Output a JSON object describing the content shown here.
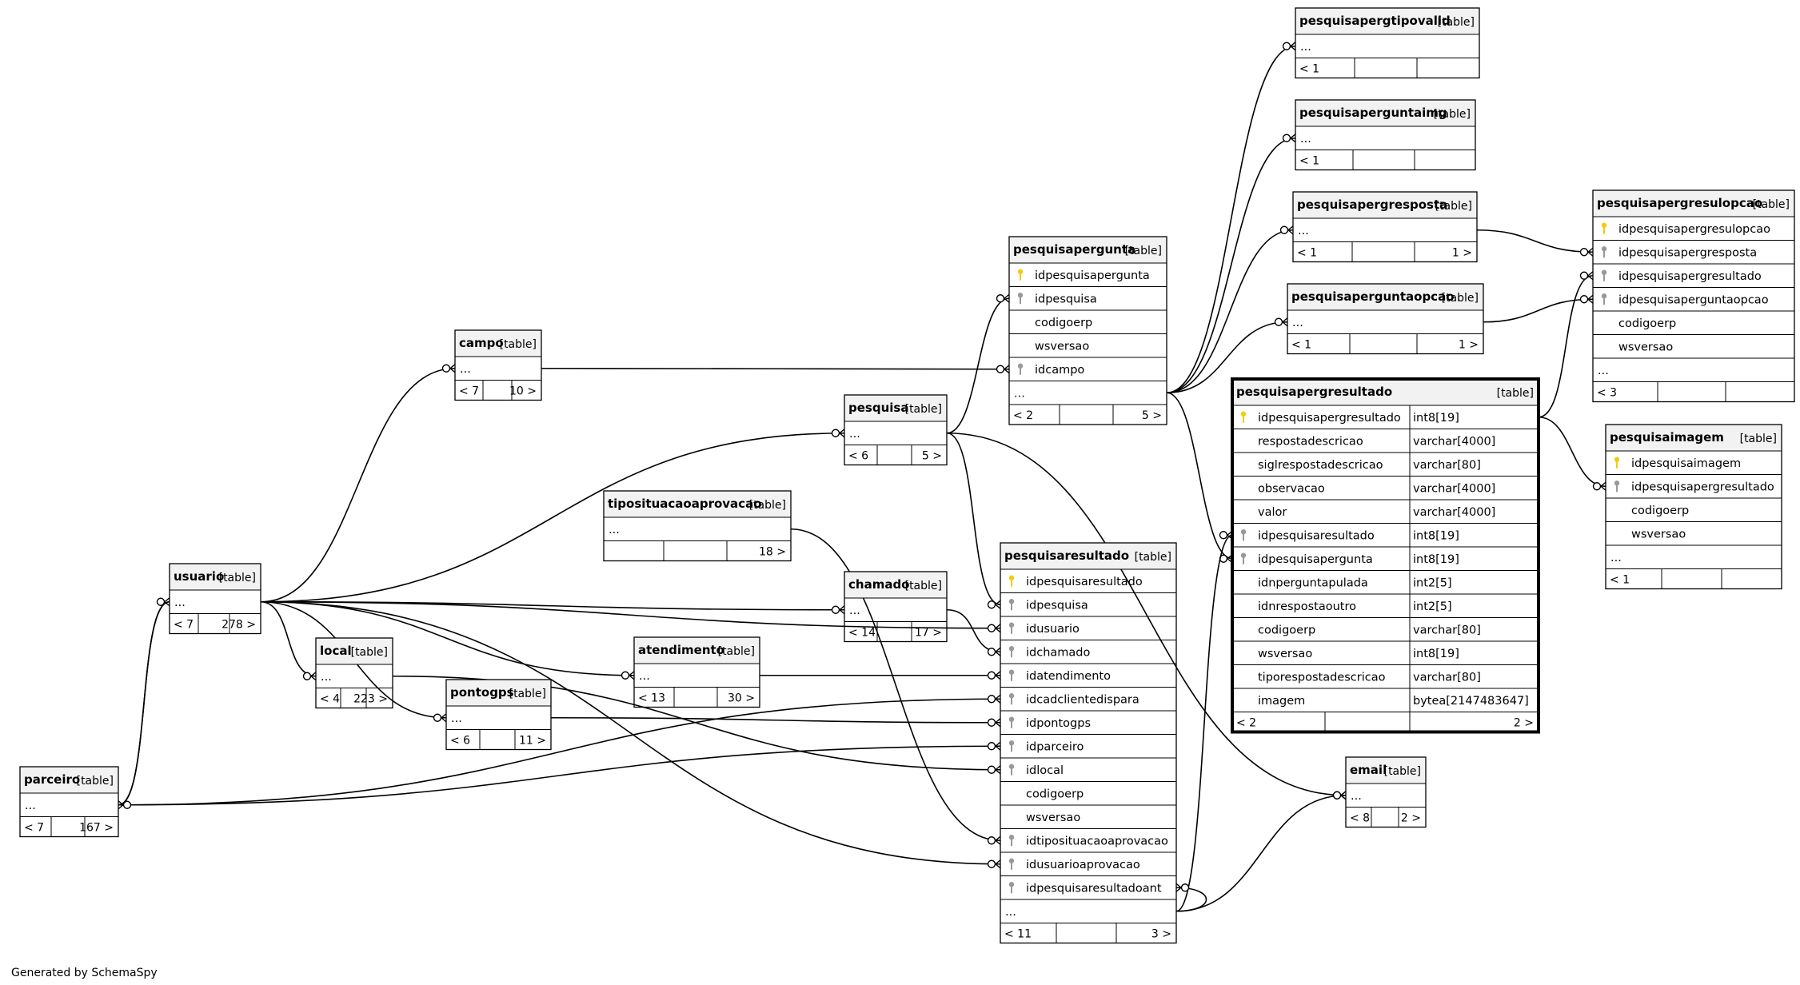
{
  "footer": "Generated by SchemaSpy",
  "colors": {
    "header_bg": "#f2f2f2",
    "border": "#000000",
    "primary_key": "#f2cc0d",
    "foreign_key": "#999999",
    "line": "#000000"
  },
  "tables": [
    {
      "id": "pesquisapergtipovalid",
      "name": "pesquisapergtipovalid",
      "tag": "[table]",
      "columns": [
        {
          "name": "..."
        }
      ],
      "footer": [
        "< 1",
        "",
        ""
      ]
    },
    {
      "id": "pesquisaperguntaimg",
      "name": "pesquisaperguntaimg",
      "tag": "[table]",
      "columns": [
        {
          "name": "..."
        }
      ],
      "footer": [
        "< 1",
        "",
        ""
      ]
    },
    {
      "id": "pesquisapergresposta",
      "name": "pesquisapergresposta",
      "tag": "[table]",
      "columns": [
        {
          "name": "..."
        }
      ],
      "footer": [
        "< 1",
        "",
        "1 >"
      ]
    },
    {
      "id": "pesquisaperguntaopcao",
      "name": "pesquisaperguntaopcao",
      "tag": "[table]",
      "columns": [
        {
          "name": "..."
        }
      ],
      "footer": [
        "< 1",
        "",
        "1 >"
      ]
    },
    {
      "id": "pesquisapergresulopcao",
      "name": "pesquisapergresulopcao",
      "tag": "[table]",
      "columns": [
        {
          "name": "idpesquisapergresulopcao",
          "key": "pk"
        },
        {
          "name": "idpesquisapergresposta",
          "key": "fk"
        },
        {
          "name": "idpesquisapergresultado",
          "key": "fk"
        },
        {
          "name": "idpesquisaperguntaopcao",
          "key": "fk"
        },
        {
          "name": "codigoerp"
        },
        {
          "name": "wsversao"
        },
        {
          "name": "..."
        }
      ],
      "footer": [
        "< 3",
        "",
        ""
      ]
    },
    {
      "id": "pesquisapergunta",
      "name": "pesquisapergunta",
      "tag": "[table]",
      "columns": [
        {
          "name": "idpesquisapergunta",
          "key": "pk"
        },
        {
          "name": "idpesquisa",
          "key": "fk"
        },
        {
          "name": "codigoerp"
        },
        {
          "name": "wsversao"
        },
        {
          "name": "idcampo",
          "key": "fk"
        },
        {
          "name": "..."
        }
      ],
      "footer": [
        "< 2",
        "",
        "5 >"
      ]
    },
    {
      "id": "pesquisapergresultado",
      "name": "pesquisapergresultado",
      "tag": "[table]",
      "focus": true,
      "columns": [
        {
          "name": "idpesquisapergresultado",
          "type": "int8[19]",
          "key": "pk"
        },
        {
          "name": "respostadescricao",
          "type": "varchar[4000]"
        },
        {
          "name": "siglrespostadescricao",
          "type": "varchar[80]"
        },
        {
          "name": "observacao",
          "type": "varchar[4000]"
        },
        {
          "name": "valor",
          "type": "varchar[4000]"
        },
        {
          "name": "idpesquisaresultado",
          "type": "int8[19]",
          "key": "fk"
        },
        {
          "name": "idpesquisapergunta",
          "type": "int8[19]",
          "key": "fk"
        },
        {
          "name": "idnperguntapulada",
          "type": "int2[5]"
        },
        {
          "name": "idnrespostaoutro",
          "type": "int2[5]"
        },
        {
          "name": "codigoerp",
          "type": "varchar[80]"
        },
        {
          "name": "wsversao",
          "type": "int8[19]"
        },
        {
          "name": "tiporespostadescricao",
          "type": "varchar[80]"
        },
        {
          "name": "imagem",
          "type": "bytea[2147483647]"
        }
      ],
      "footer": [
        "< 2",
        "",
        "2 >"
      ]
    },
    {
      "id": "pesquisaimagem",
      "name": "pesquisaimagem",
      "tag": "[table]",
      "columns": [
        {
          "name": "idpesquisaimagem",
          "key": "pk"
        },
        {
          "name": "idpesquisapergresultado",
          "key": "fk"
        },
        {
          "name": "codigoerp"
        },
        {
          "name": "wsversao"
        },
        {
          "name": "..."
        }
      ],
      "footer": [
        "< 1",
        "",
        ""
      ]
    },
    {
      "id": "campo",
      "name": "campo",
      "tag": "[table]",
      "columns": [
        {
          "name": "..."
        }
      ],
      "footer": [
        "< 7",
        "",
        "10 >"
      ]
    },
    {
      "id": "pesquisa",
      "name": "pesquisa",
      "tag": "[table]",
      "columns": [
        {
          "name": "..."
        }
      ],
      "footer": [
        "< 6",
        "",
        "5 >"
      ]
    },
    {
      "id": "tiposituacaoaprovacao",
      "name": "tiposituacaoaprovacao",
      "tag": "[table]",
      "columns": [
        {
          "name": "..."
        }
      ],
      "footer": [
        "",
        "",
        "18 >"
      ]
    },
    {
      "id": "usuario",
      "name": "usuario",
      "tag": "[table]",
      "columns": [
        {
          "name": "..."
        }
      ],
      "footer": [
        "< 7",
        "",
        "278 >"
      ]
    },
    {
      "id": "chamado",
      "name": "chamado",
      "tag": "[table]",
      "columns": [
        {
          "name": "..."
        }
      ],
      "footer": [
        "< 14",
        "",
        "17 >"
      ]
    },
    {
      "id": "pesquisaresultado",
      "name": "pesquisaresultado",
      "tag": "[table]",
      "columns": [
        {
          "name": "idpesquisaresultado",
          "key": "pk"
        },
        {
          "name": "idpesquisa",
          "key": "fk"
        },
        {
          "name": "idusuario",
          "key": "fk"
        },
        {
          "name": "idchamado",
          "key": "fk"
        },
        {
          "name": "idatendimento",
          "key": "fk"
        },
        {
          "name": "idcadclientedispara",
          "key": "fk"
        },
        {
          "name": "idpontogps",
          "key": "fk"
        },
        {
          "name": "idparceiro",
          "key": "fk"
        },
        {
          "name": "idlocal",
          "key": "fk"
        },
        {
          "name": "codigoerp"
        },
        {
          "name": "wsversao"
        },
        {
          "name": "idtiposituacaoaprovacao",
          "key": "fk"
        },
        {
          "name": "idusuarioaprovacao",
          "key": "fk"
        },
        {
          "name": "idpesquisaresultadoant",
          "key": "fk"
        },
        {
          "name": "..."
        }
      ],
      "footer": [
        "< 11",
        "",
        "3 >"
      ]
    },
    {
      "id": "local",
      "name": "local",
      "tag": "[table]",
      "columns": [
        {
          "name": "..."
        }
      ],
      "footer": [
        "< 4",
        "",
        "223 >"
      ]
    },
    {
      "id": "atendimento",
      "name": "atendimento",
      "tag": "[table]",
      "columns": [
        {
          "name": "..."
        }
      ],
      "footer": [
        "< 13",
        "",
        "30 >"
      ]
    },
    {
      "id": "pontogps",
      "name": "pontogps",
      "tag": "[table]",
      "columns": [
        {
          "name": "..."
        }
      ],
      "footer": [
        "< 6",
        "",
        "11 >"
      ]
    },
    {
      "id": "parceiro",
      "name": "parceiro",
      "tag": "[table]",
      "columns": [
        {
          "name": "..."
        }
      ],
      "footer": [
        "< 7",
        "",
        "167 >"
      ]
    },
    {
      "id": "email",
      "name": "email",
      "tag": "[table]",
      "columns": [
        {
          "name": "..."
        }
      ],
      "footer": [
        "< 8",
        "",
        "2 >"
      ]
    }
  ],
  "relationships": [
    {
      "from": "pesquisapergunta",
      "to": "pesquisapergtipovalid"
    },
    {
      "from": "pesquisapergunta",
      "to": "pesquisaperguntaimg"
    },
    {
      "from": "pesquisapergunta",
      "to": "pesquisapergresposta"
    },
    {
      "from": "pesquisapergunta",
      "to": "pesquisaperguntaopcao"
    },
    {
      "from": "pesquisapergunta",
      "to": "pesquisapergresultado.idpesquisapergunta"
    },
    {
      "from": "pesquisapergresposta",
      "to": "pesquisapergresulopcao.idpesquisapergresposta"
    },
    {
      "from": "pesquisaperguntaopcao",
      "to": "pesquisapergresulopcao.idpesquisaperguntaopcao"
    },
    {
      "from": "pesquisapergresultado",
      "to": "pesquisapergresulopcao.idpesquisapergresultado"
    },
    {
      "from": "pesquisapergresultado",
      "to": "pesquisaimagem.idpesquisapergresultado"
    },
    {
      "from": "pesquisaresultado",
      "to": "pesquisapergresultado.idpesquisaresultado"
    },
    {
      "from": "pesquisa",
      "to": "pesquisapergunta.idpesquisa"
    },
    {
      "from": "campo",
      "to": "pesquisapergunta.idcampo"
    },
    {
      "from": "pesquisa",
      "to": "pesquisaresultado.idpesquisa"
    },
    {
      "from": "usuario",
      "to": "pesquisaresultado.idusuario"
    },
    {
      "from": "chamado",
      "to": "pesquisaresultado.idchamado"
    },
    {
      "from": "atendimento",
      "to": "pesquisaresultado.idatendimento"
    },
    {
      "from": "parceiro",
      "to": "pesquisaresultado.idcadclientedispara"
    },
    {
      "from": "pontogps",
      "to": "pesquisaresultado.idpontogps"
    },
    {
      "from": "parceiro",
      "to": "pesquisaresultado.idparceiro"
    },
    {
      "from": "local",
      "to": "pesquisaresultado.idlocal"
    },
    {
      "from": "tiposituacaoaprovacao",
      "to": "pesquisaresultado.idtiposituacaoaprovacao"
    },
    {
      "from": "usuario",
      "to": "pesquisaresultado.idusuarioaprovacao"
    },
    {
      "from": "pesquisaresultado",
      "to": "pesquisaresultado.idpesquisaresultadoant"
    },
    {
      "from": "usuario",
      "to": "campo"
    },
    {
      "from": "usuario",
      "to": "pesquisa"
    },
    {
      "from": "usuario",
      "to": "chamado"
    },
    {
      "from": "usuario",
      "to": "atendimento"
    },
    {
      "from": "usuario",
      "to": "local"
    },
    {
      "from": "usuario",
      "to": "pontogps"
    },
    {
      "from": "usuario",
      "to": "parceiro"
    },
    {
      "from": "parceiro",
      "to": "usuario"
    },
    {
      "from": "pesquisa",
      "to": "email"
    },
    {
      "from": "pesquisaresultado",
      "to": "email"
    }
  ]
}
